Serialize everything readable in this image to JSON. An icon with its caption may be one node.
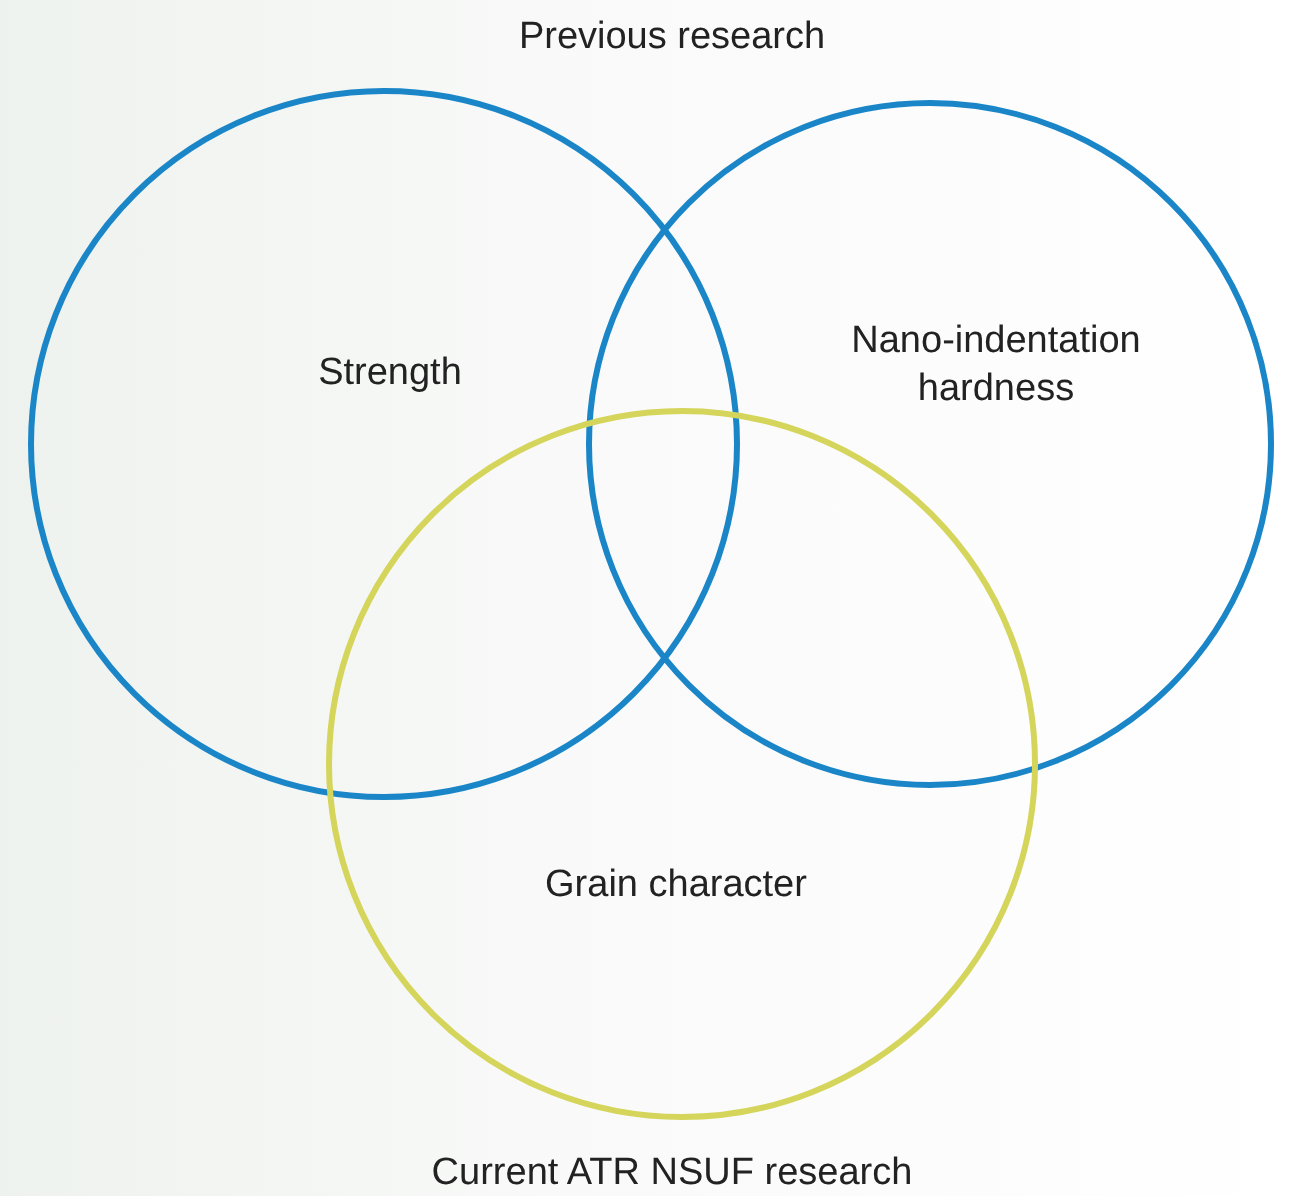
{
  "diagram": {
    "nodes": [
      {
        "text": [
          "Strength"
        ]
      },
      {
        "text": [
          "Nano-indentation hardness"
        ]
      },
      {
        "text": [
          "Grain character"
        ]
      }
    ],
    "labels": [
      "Previous research",
      "Current ATR NSUF research"
    ]
  }
}
